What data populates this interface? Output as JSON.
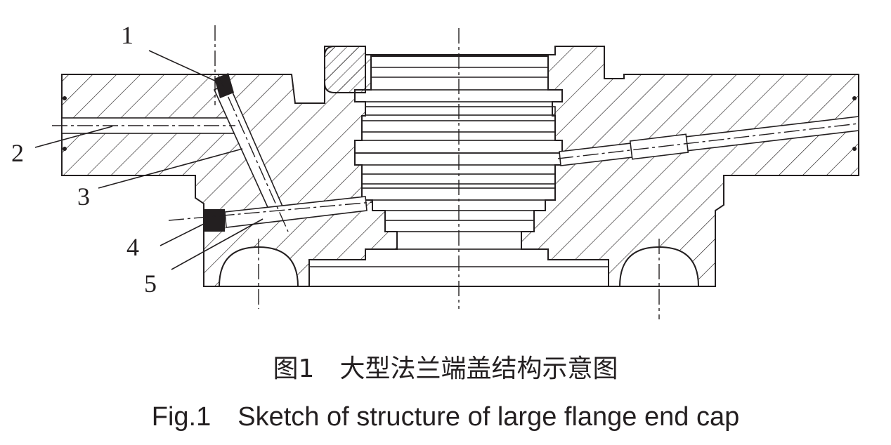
{
  "callouts": [
    "1",
    "2",
    "3",
    "4",
    "5"
  ],
  "caption": {
    "cn": "图1　大型法兰端盖结构示意图",
    "en": "Fig.1　Sketch of structure of large flange end cap"
  },
  "colors": {
    "ink": "#231f20",
    "background": "#ffffff"
  }
}
